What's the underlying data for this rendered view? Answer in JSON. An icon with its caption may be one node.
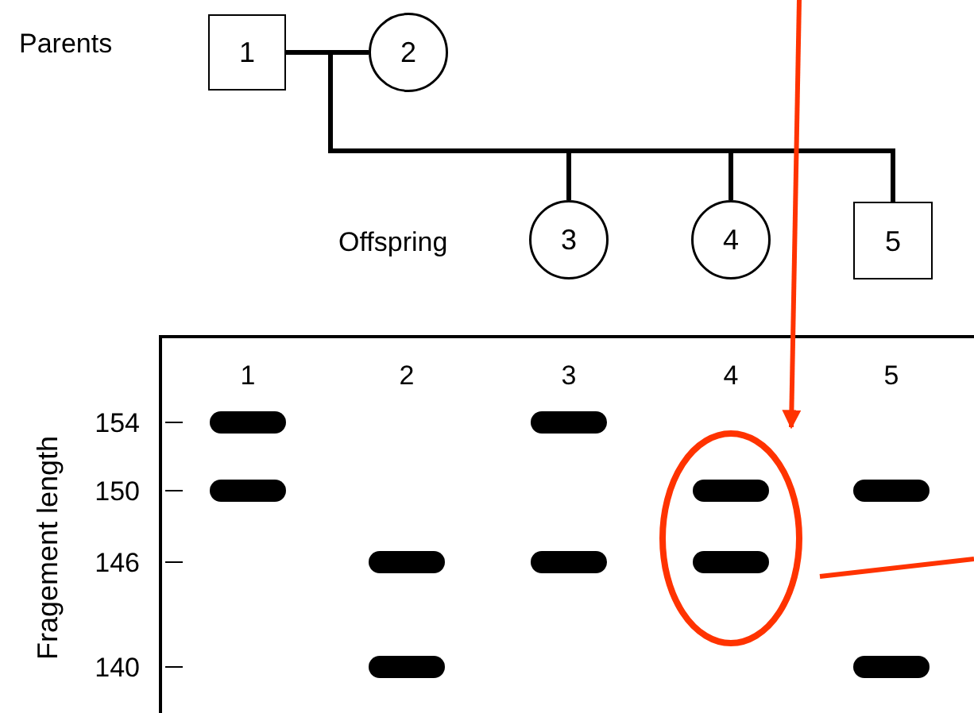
{
  "diagram": {
    "nodes": [
      {
        "text": [
          "1"
        ]
      },
      {
        "text": [
          "2"
        ]
      },
      {
        "text": [
          "3"
        ]
      },
      {
        "text": [
          "4"
        ]
      },
      {
        "text": [
          "5"
        ]
      },
      {
        "text": [],
        "shape": "ellipse"
      }
    ],
    "edges": [
      {
        "from": 0,
        "to": 1,
        "arrow": "none"
      },
      {
        "from": 0,
        "to": 2,
        "arrow": "none"
      },
      {
        "from": 0,
        "to": 3,
        "arrow": "none"
      },
      {
        "from": 0,
        "to": 4,
        "arrow": "none"
      },
      {
        "from": null,
        "to": 5,
        "arrow": "to",
        "color": "#ff3300"
      },
      {
        "from": 5,
        "to": null,
        "arrow": "none",
        "color": "#ff3300"
      }
    ],
    "labels": [
      "Parents",
      "Offspring",
      "1",
      "2",
      "3",
      "4",
      "5",
      "Fragement length",
      "154",
      "150",
      "146",
      "140"
    ]
  }
}
